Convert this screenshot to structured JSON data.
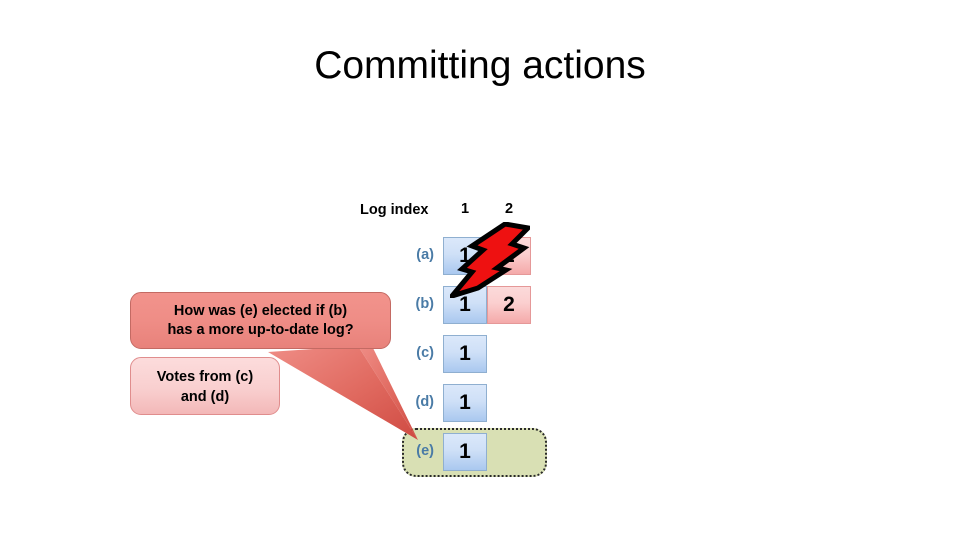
{
  "slide": {
    "title": "Committing actions",
    "background_color": "#ffffff"
  },
  "log_diagram": {
    "index_label": "Log index",
    "column_headers": [
      "1",
      "2"
    ],
    "rows": [
      {
        "label": "(a)",
        "entries": [
          "1",
          "2"
        ],
        "highlighted": false,
        "has_lightning": true
      },
      {
        "label": "(b)",
        "entries": [
          "1",
          "2"
        ],
        "highlighted": false,
        "has_lightning": false
      },
      {
        "label": "(c)",
        "entries": [
          "1"
        ],
        "highlighted": false,
        "has_lightning": false
      },
      {
        "label": "(d)",
        "entries": [
          "1"
        ],
        "highlighted": false,
        "has_lightning": false
      },
      {
        "label": "(e)",
        "entries": [
          "1"
        ],
        "highlighted": true,
        "has_lightning": false
      }
    ],
    "colors": {
      "term1_fill": "#cfe0f7",
      "term1_border": "#8fafd0",
      "term2_fill": "#fbcfcf",
      "term2_border": "#e59898",
      "row_label": "#4a7ba6",
      "highlight_fill": "#d9e0b4",
      "highlight_border": "#2a2a2a"
    }
  },
  "annotations": {
    "lightning": {
      "name": "crash-lightning-bolt",
      "fill": "#ee1111",
      "outline": "#000000"
    },
    "callouts": [
      {
        "id": "question",
        "text": "How was (e) elected if (b) has a more up-to-date log?",
        "line1": "How was (e) elected if (b)",
        "line2": "has a more up-to-date log?",
        "fill": "#ef8d86",
        "border": "#c46a63"
      },
      {
        "id": "votes",
        "text": "Votes from (c) and (d)",
        "line1": "Votes from (c)",
        "line2": "and (d)",
        "fill": "#f9cfcf",
        "border": "#e08d8d"
      }
    ],
    "pointer": {
      "name": "callout-pointer-tail",
      "target_row": "(e)",
      "fill": "#d4524a"
    }
  }
}
